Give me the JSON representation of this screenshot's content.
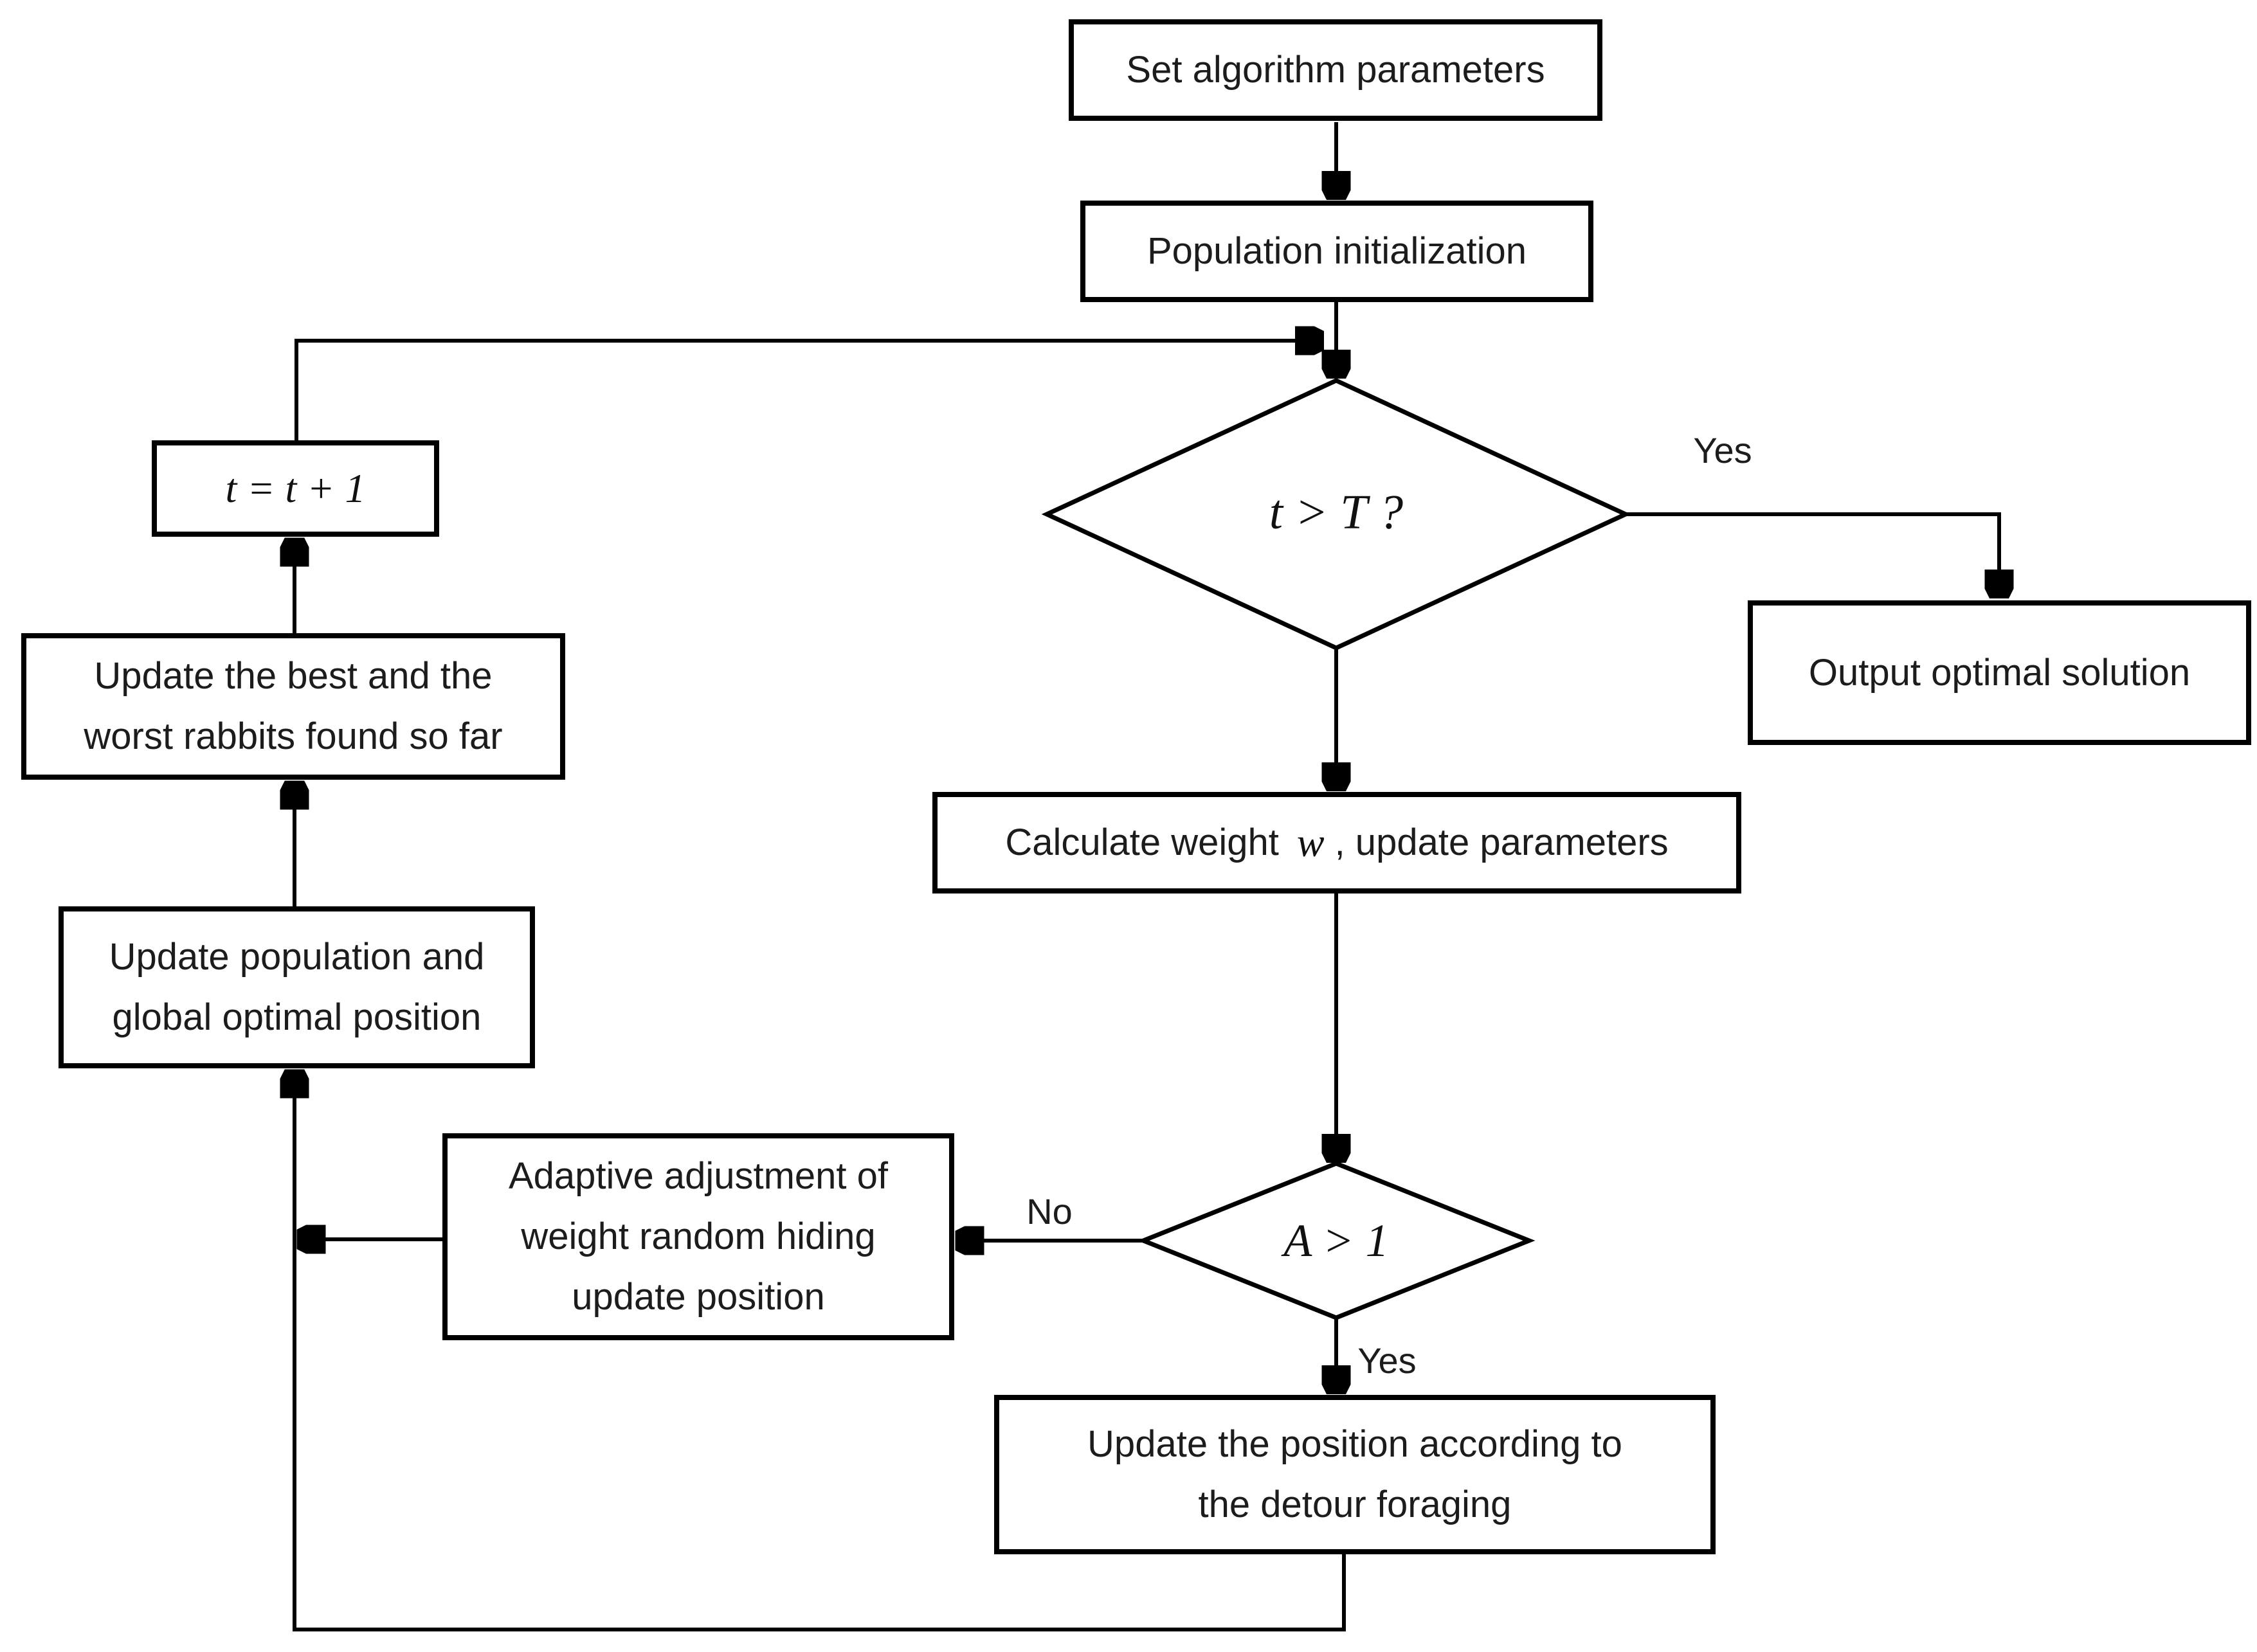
{
  "diagram": {
    "colors": {
      "background": "#ffffff",
      "line": "#000000",
      "text": "#1c1c1c"
    },
    "nodes": {
      "set_params": {
        "label": "Set algorithm parameters"
      },
      "pop_init": {
        "label": "Population initialization"
      },
      "cond_iteration": {
        "label": "t > T ?"
      },
      "output": {
        "label": "Output optimal solution"
      },
      "calc_weight": {
        "pre": "Calculate weight",
        "math": "w",
        "post": ", update parameters"
      },
      "cond_energy": {
        "label": "A > 1"
      },
      "update_detour": {
        "lines": [
          "Update the position according to",
          "the detour foraging"
        ]
      },
      "adaptive_hiding": {
        "lines": [
          "Adaptive adjustment of",
          "weight random hiding",
          "update position"
        ]
      },
      "update_population": {
        "lines": [
          "Update population and",
          "global optimal position"
        ]
      },
      "update_best_worst": {
        "lines": [
          "Update the best and the",
          "worst rabbits found so far"
        ]
      },
      "increment_t": {
        "label": "t = t + 1"
      }
    },
    "edge_labels": {
      "yes_iteration": "Yes",
      "no_energy": "No",
      "yes_energy": "Yes"
    }
  }
}
